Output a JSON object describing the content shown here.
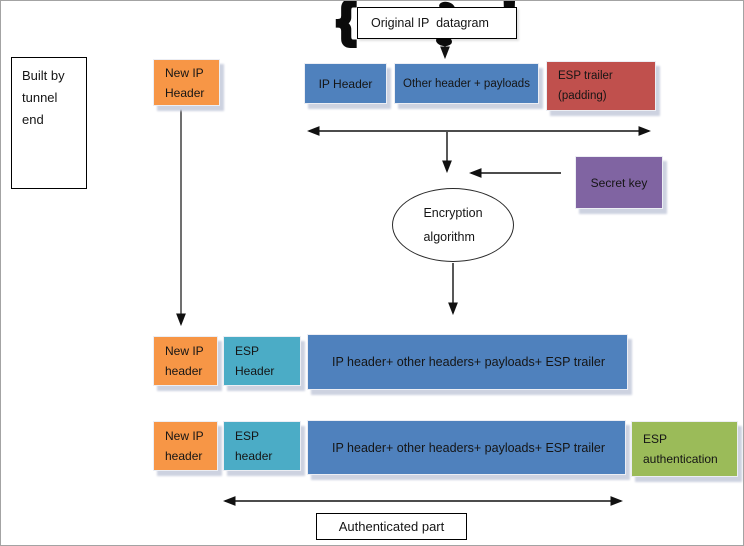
{
  "colors": {
    "blue": "#4f81bd",
    "orange": "#f79646",
    "teal": "#4bacc6",
    "red": "#c0504d",
    "purple": "#8064a2",
    "green": "#9bbb59"
  },
  "icons": {
    "brace_left": "{",
    "mark_right": "!"
  },
  "top": {
    "title": "Original IP  datagram"
  },
  "note": {
    "text": "Built by\ntunnel\nend"
  },
  "original": {
    "new_ip": "New IP\nHeader",
    "ip_header": "IP Header",
    "other": "Other header + payloads",
    "esp_trailer": "ESP trailer\n(padding)"
  },
  "process": {
    "secret_key": "Secret key",
    "encryption": "Encryption\nalgorithm"
  },
  "encrypted_row": {
    "new_ip": "New IP\nheader",
    "esp": "ESP\nHeader",
    "payload": "IP header+ other headers+ payloads+ ESP trailer"
  },
  "auth_row": {
    "new_ip": "New IP\nheader",
    "esp": "ESP\nheader",
    "payload": "IP header+ other headers+ payloads+ ESP trailer",
    "esp_auth": "ESP\nauthentication"
  },
  "footer": {
    "authenticated": "Authenticated part"
  }
}
